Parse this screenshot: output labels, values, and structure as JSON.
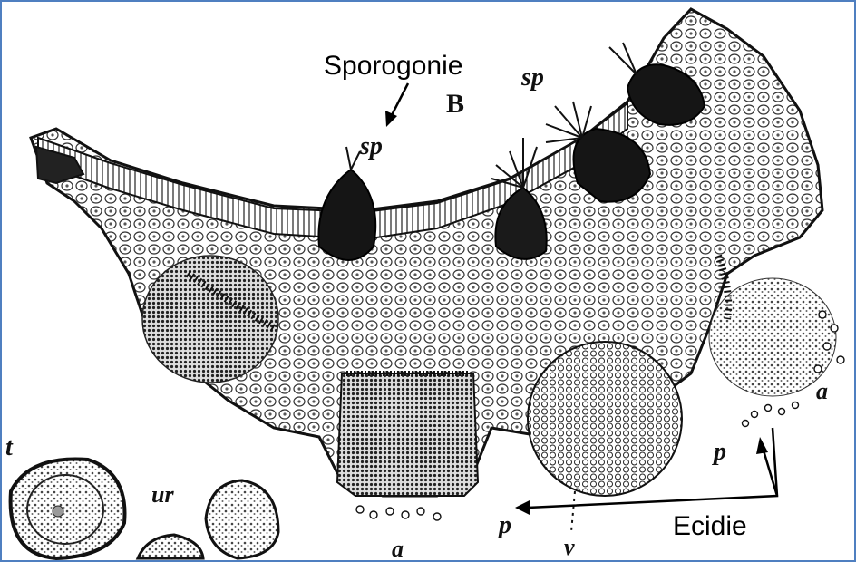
{
  "labels": {
    "sporogonie": "Sporogonie",
    "ecidie": "Ecidie",
    "b": "B",
    "sp_top": "sp",
    "sp_left": "sp",
    "a_right": "a",
    "p_right": "p",
    "p_bottom": "p",
    "v_bottom": "v",
    "a_bottom": "a",
    "t": "t",
    "ur": "ur"
  },
  "colors": {
    "border": "#4f7fc0",
    "ink": "#111111",
    "background": "#ffffff"
  },
  "icons": {
    "arrow_sporogonie": "arrow-icon",
    "arrow_ecidie": "arrow-icon"
  }
}
